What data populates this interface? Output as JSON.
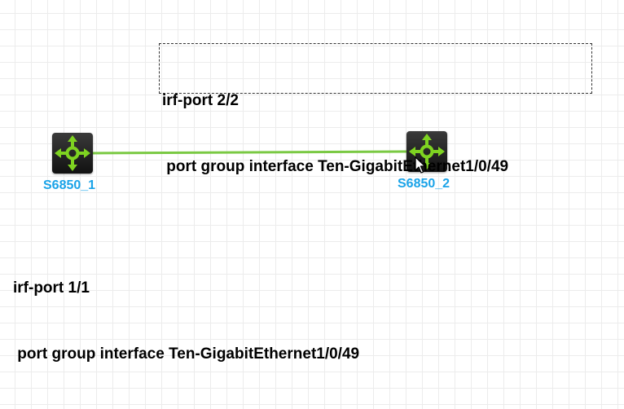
{
  "devices": [
    {
      "label": "S6850_1",
      "icon": "router-icon"
    },
    {
      "label": "S6850_2",
      "icon": "router-icon"
    }
  ],
  "link": {
    "color": "#7ac943"
  },
  "colors": {
    "device_label": "#1aa3e8",
    "icon_arrows": "#7ed321"
  },
  "notes": {
    "top": {
      "line1": "irf-port 2/2",
      "line2": " port group interface Ten-GigabitEthernet1/0/49"
    },
    "bottom": {
      "line1": "irf-port 1/1",
      "line2": " port group interface Ten-GigabitEthernet1/0/49"
    }
  }
}
